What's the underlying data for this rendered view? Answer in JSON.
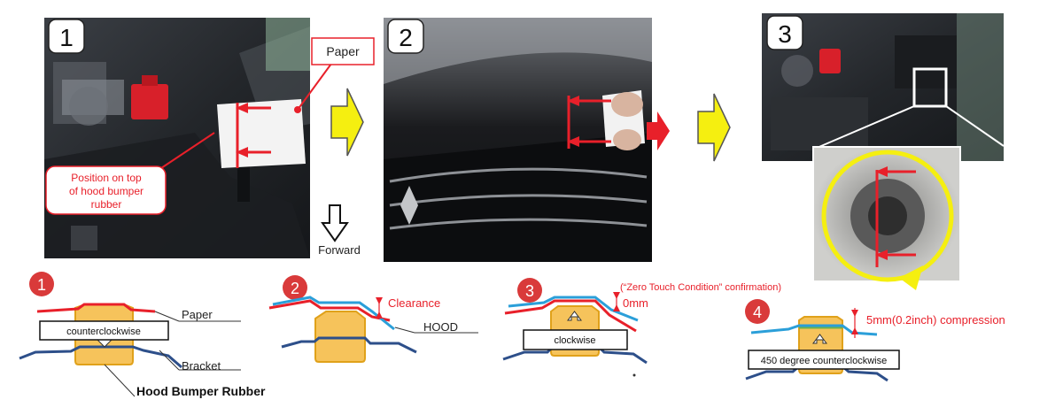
{
  "colors": {
    "red": "#e8202a",
    "blue": "#2b9fd9",
    "bracket_blue": "#2d4f8a",
    "rubber_fill": "#f6c35b",
    "rubber_stroke": "#e0a11a",
    "yellow": "#f5ef10",
    "badge": "#d93a3a"
  },
  "photos": [
    {
      "step": "1",
      "callout_paper": "Paper",
      "callout_position": [
        "Position on top",
        "of hood bumper",
        "rubber"
      ],
      "direction_label": "Forward"
    },
    {
      "step": "2"
    },
    {
      "step": "3"
    }
  ],
  "diagrams": [
    {
      "step": "1",
      "direction": "counterclockwise",
      "label_paper": "Paper",
      "label_bracket": "Bracket",
      "label_rubber": "Hood Bumper Rubber"
    },
    {
      "step": "2",
      "label_clearance": "Clearance",
      "label_hood": "HOOD"
    },
    {
      "step": "3",
      "direction": "clockwise",
      "note": "(“Zero Touch Condition” confirmation)",
      "gap": "0mm"
    },
    {
      "step": "4",
      "direction": "450 degree counterclockwise",
      "compression": "5mm(0.2inch) compression"
    }
  ]
}
